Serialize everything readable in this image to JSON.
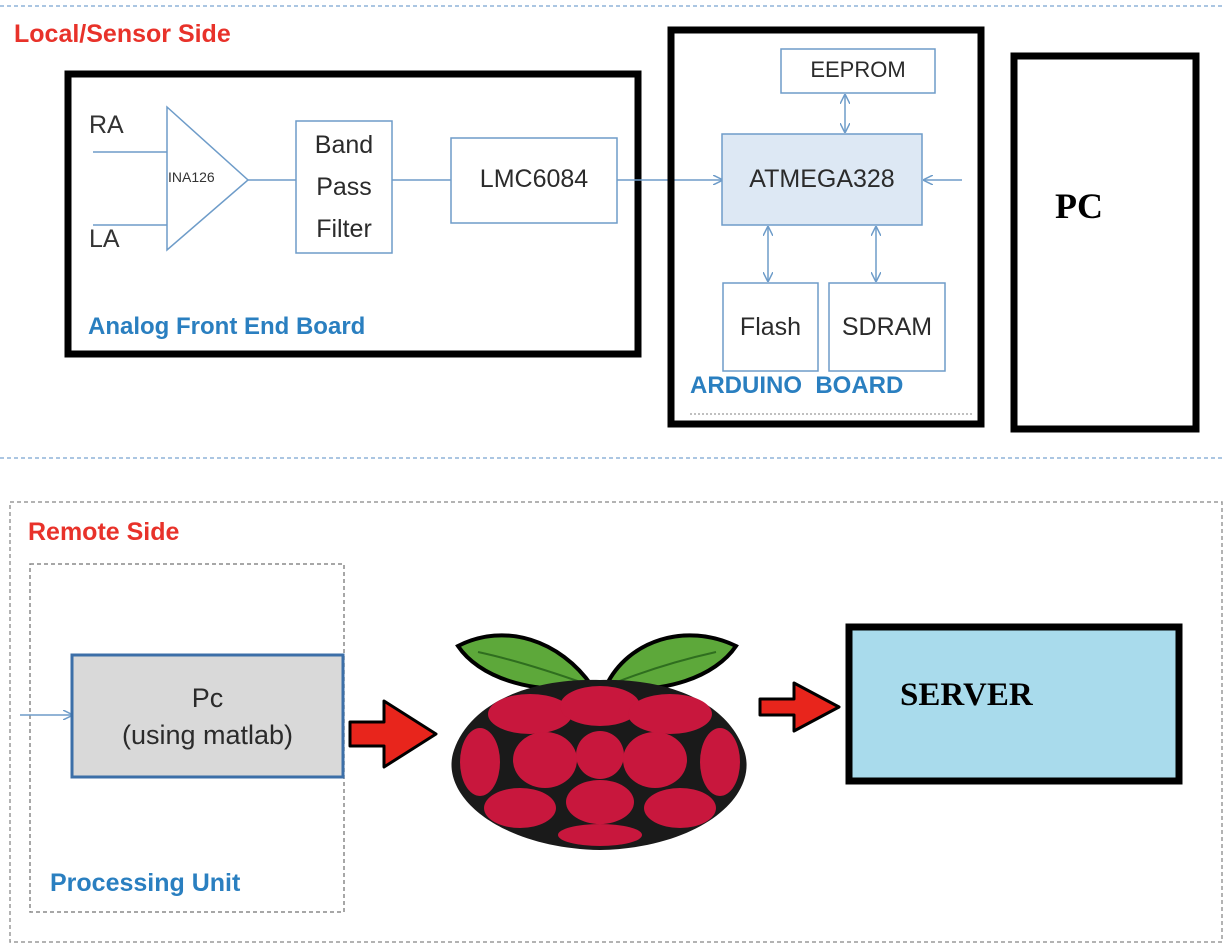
{
  "local": {
    "title": "Local/Sensor Side",
    "inputs": {
      "ra": "RA",
      "la": "LA"
    },
    "amp_label": "INA126",
    "filter_lines": [
      "Band",
      "Pass",
      "Filter"
    ],
    "opamp_label": "LMC6084",
    "afe_caption": "Analog Front End Board",
    "mcu_label": "ATMEGA328",
    "eeprom_label": "EEPROM",
    "flash_label": "Flash",
    "sdram_label": "SDRAM",
    "arduino_caption": "ARDUINO  BOARD",
    "pc_label": "PC"
  },
  "remote": {
    "title": "Remote Side",
    "pc_label": "Pc",
    "pc_sub": "(using matlab)",
    "unit_caption": "Processing Unit",
    "pi_icon": "raspberry-pi-icon",
    "server_label": "SERVER"
  },
  "colors": {
    "title_red": "#e8322a",
    "caption_blue": "#2a7fc0",
    "mcu_fill": "#dde8f4",
    "pc_gray": "#d9d9d9",
    "server_blue": "#a9dbec",
    "arrow_red": "#e8251c",
    "berry_red": "#c8173d",
    "leaf_green": "#5da83a"
  }
}
